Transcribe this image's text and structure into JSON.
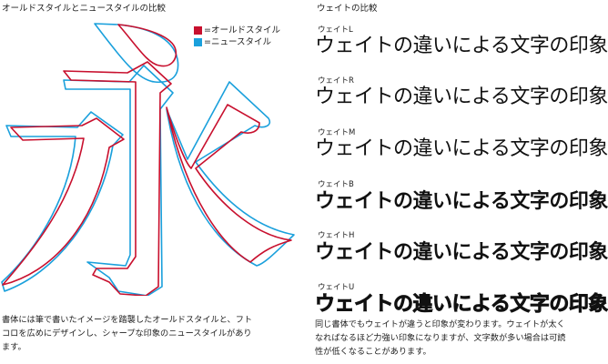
{
  "left_panel": {
    "title": "オールドスタイルとニュースタイルの比較",
    "legend": [
      {
        "label": "=オールドスタイル",
        "color": "#c8102e"
      },
      {
        "label": "=ニュースタイル",
        "color": "#1aa0dc"
      }
    ],
    "glyph_character": "永",
    "description_lines": [
      "書体には筆で書いたイメージを踏襲したオールドスタイルと、フト",
      "コロを広めにデザインし、シャープな印象のニュースタイルがあり",
      "ます。"
    ]
  },
  "right_panel": {
    "title": "ウェイトの比較",
    "weights": [
      {
        "label": "ウェイトL",
        "sample": "ウェイトの違いによる文字の印象",
        "font_weight": 200
      },
      {
        "label": "ウェイトR",
        "sample": "ウェイトの違いによる文字の印象",
        "font_weight": 400
      },
      {
        "label": "ウェイトM",
        "sample": "ウェイトの違いによる文字の印象",
        "font_weight": 500
      },
      {
        "label": "ウェイトB",
        "sample": "ウェイトの違いによる文字の印象",
        "font_weight": 700
      },
      {
        "label": "ウェイトH",
        "sample": "ウェイトの違いによる文字の印象",
        "font_weight": 800
      },
      {
        "label": "ウェイトU",
        "sample": "ウェイトの違いによる文字の印象",
        "font_weight": 900
      }
    ],
    "description_lines": [
      "同じ書体でもウェイトが違うと印象が変わります。ウェイトが太く",
      "なればなるほど力強い印象になりますが、文字数が多い場合は可読",
      "性が低くなることがあります。"
    ]
  }
}
